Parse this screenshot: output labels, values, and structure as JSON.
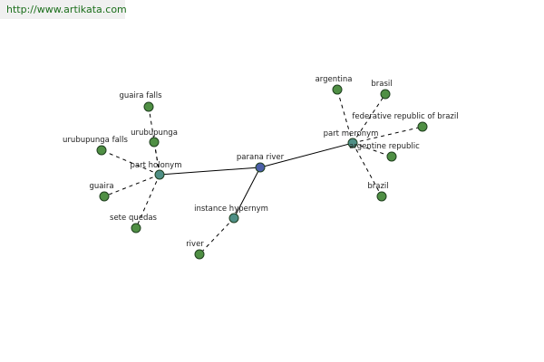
{
  "header": {
    "url_text": "http://www.artikata.com"
  },
  "colors": {
    "root_node": "#4b5ea8",
    "relation_node": "#4f8f86",
    "leaf_node": "#4f8f44"
  },
  "graph": {
    "root": {
      "id": "parana",
      "label": "parana river",
      "kind": "root"
    },
    "relations": [
      {
        "id": "part-holonym",
        "label": "part holonym",
        "kind": "relation"
      },
      {
        "id": "part-meronym",
        "label": "part meronym",
        "kind": "relation"
      },
      {
        "id": "instance-hypernym",
        "label": "instance hypernym",
        "kind": "relation"
      }
    ],
    "leaves": [
      {
        "id": "guaira-falls",
        "label": "guaira falls",
        "parent": "part-holonym"
      },
      {
        "id": "urubupunga",
        "label": "urubupunga",
        "parent": "part-holonym"
      },
      {
        "id": "urubupunga-falls",
        "label": "urubupunga falls",
        "parent": "part-holonym"
      },
      {
        "id": "guaira",
        "label": "guaira",
        "parent": "part-holonym"
      },
      {
        "id": "sete-quedas",
        "label": "sete quedas",
        "parent": "part-holonym"
      },
      {
        "id": "argentina",
        "label": "argentina",
        "parent": "part-meronym"
      },
      {
        "id": "brasil",
        "label": "brasil",
        "parent": "part-meronym"
      },
      {
        "id": "federative-republic-of-brazil",
        "label": "federative republic of brazil",
        "parent": "part-meronym"
      },
      {
        "id": "argentine-republic",
        "label": "argentine republic",
        "parent": "part-meronym"
      },
      {
        "id": "brazil",
        "label": "brazil",
        "parent": "part-meronym"
      },
      {
        "id": "river",
        "label": "river",
        "parent": "instance-hypernym"
      }
    ]
  }
}
